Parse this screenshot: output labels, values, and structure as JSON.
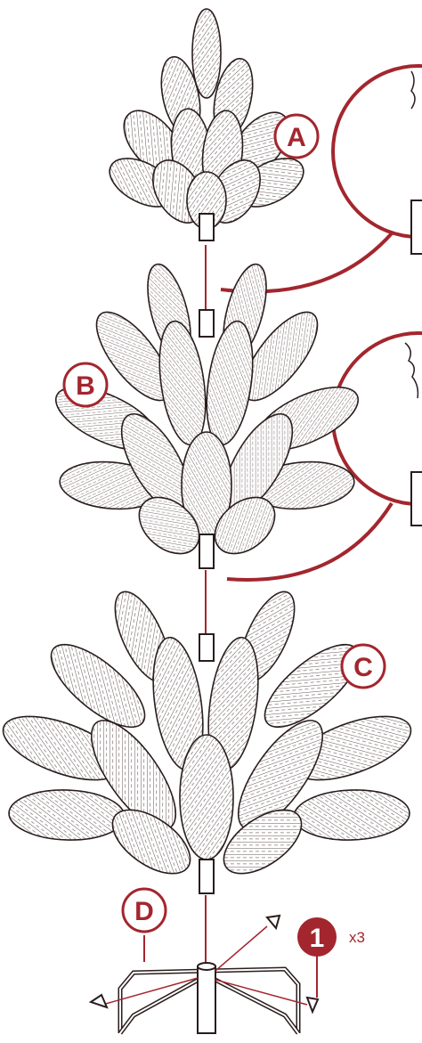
{
  "labels": {
    "section_a": "A",
    "section_b": "B",
    "section_c": "C",
    "stand": "D",
    "step_number": "1",
    "quantity": "x3"
  },
  "colors": {
    "accent": "#a3262e",
    "line": "#2a1d1d",
    "stand_fill": "#ffffff"
  },
  "icons": {
    "tree_section": "pine-branches-icon",
    "stand": "tree-stand-icon",
    "screw": "thumb-screw-icon",
    "magnifier": "detail-zoom-circle"
  }
}
